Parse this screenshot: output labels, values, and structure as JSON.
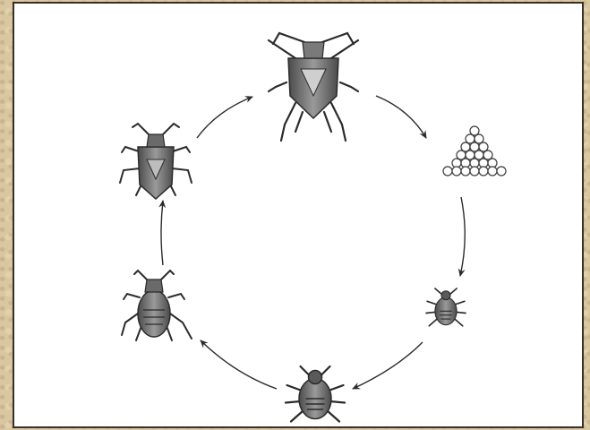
{
  "diagram": {
    "type": "life-cycle",
    "stages": [
      {
        "name": "adult"
      },
      {
        "name": "eggs"
      },
      {
        "name": "first-instar-nymph"
      },
      {
        "name": "second-instar-nymph"
      },
      {
        "name": "third-instar-nymph"
      },
      {
        "name": "fourth-instar-nymph"
      }
    ],
    "arrows": [
      {
        "from": "adult",
        "to": "eggs"
      },
      {
        "from": "eggs",
        "to": "first-instar-nymph"
      },
      {
        "from": "first-instar-nymph",
        "to": "second-instar-nymph"
      },
      {
        "from": "second-instar-nymph",
        "to": "third-instar-nymph"
      },
      {
        "from": "third-instar-nymph",
        "to": "fourth-instar-nymph"
      },
      {
        "from": "fourth-instar-nymph",
        "to": "adult"
      }
    ],
    "colors": {
      "ink": "#2b2b2b",
      "body": "#6e6e6e",
      "background": "#d9c7a2"
    }
  }
}
